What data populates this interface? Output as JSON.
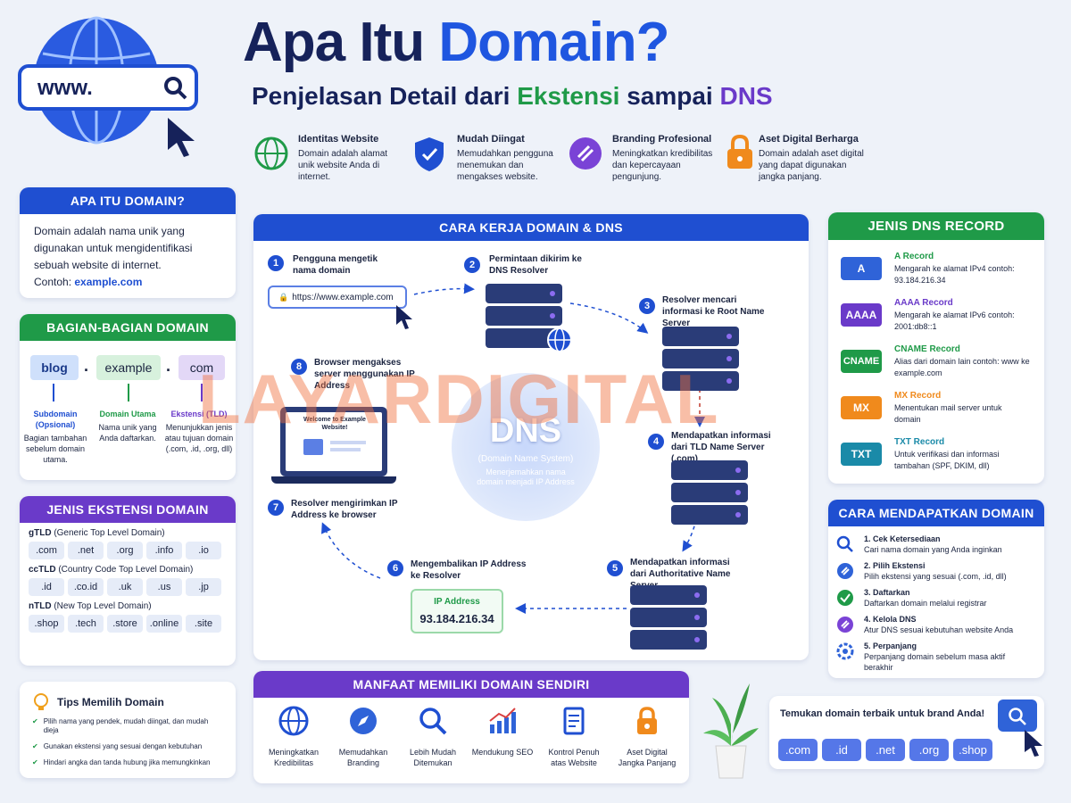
{
  "header": {
    "title_part1": "Apa Itu ",
    "title_part2": "Domain?",
    "subtitle_part1": "Penjelasan Detail dari ",
    "subtitle_part2": "Ekstensi",
    "subtitle_part3": " sampai ",
    "subtitle_part4": "DNS",
    "search_text": "www."
  },
  "features": [
    {
      "title": "Identitas Website",
      "desc": "Domain adalah alamat unik website Anda di internet.",
      "icon": "globe-icon"
    },
    {
      "title": "Mudah Diingat",
      "desc": "Memudahkan pengguna menemukan dan mengakses website.",
      "icon": "shield-icon"
    },
    {
      "title": "Branding Profesional",
      "desc": "Meningkatkan kredibilitas dan kepercayaan pengunjung.",
      "icon": "link-icon"
    },
    {
      "title": "Aset Digital Berharga",
      "desc": "Domain adalah aset digital yang dapat digunakan jangka panjang.",
      "icon": "lock-icon"
    }
  ],
  "apa_itu": {
    "title": "APA ITU DOMAIN?",
    "text": "Domain adalah nama unik yang digunakan untuk mengidentifikasi sebuah website di internet.",
    "example_label": "Contoh: ",
    "example_value": "example.com"
  },
  "bagian": {
    "title": "BAGIAN-BAGIAN DOMAIN",
    "dot": ".",
    "parts": [
      {
        "chip": "blog",
        "name": "Subdomain (Opsional)",
        "desc": "Bagian tambahan sebelum domain utama."
      },
      {
        "chip": "example",
        "name": "Domain Utama",
        "desc": "Nama unik yang Anda daftarkan."
      },
      {
        "chip": "com",
        "name": "Ekstensi (TLD)",
        "desc": "Menunjukkan jenis atau tujuan domain (.com, .id, .org, dll)"
      }
    ]
  },
  "jenis_ekstensi": {
    "title": "JENIS EKSTENSI DOMAIN",
    "groups": [
      {
        "label": "gTLD",
        "desc": " (Generic Top Level Domain)",
        "items": [
          ".com",
          ".net",
          ".org",
          ".info",
          ".io"
        ]
      },
      {
        "label": "ccTLD",
        "desc": " (Country Code Top Level Domain)",
        "items": [
          ".id",
          ".co.id",
          ".uk",
          ".us",
          ".jp"
        ]
      },
      {
        "label": "nTLD",
        "desc": " (New Top Level Domain)",
        "items": [
          ".shop",
          ".tech",
          ".store",
          ".online",
          ".site"
        ]
      }
    ]
  },
  "tips": {
    "title": "Tips Memilih Domain",
    "items": [
      "Pilih nama yang pendek, mudah diingat, dan mudah dieja",
      "Gunakan ekstensi yang sesuai dengan kebutuhan",
      "Hindari angka dan tanda hubung jika memungkinkan"
    ]
  },
  "cara_kerja": {
    "title": "CARA KERJA DOMAIN & DNS",
    "url": "https://www.example.com",
    "browser_text": "Welcome to Example Website!",
    "dns_big": "DNS",
    "dns_sub": "(Domain Name System)",
    "dns_desc": "Menerjemahkan nama domain menjadi IP Address",
    "ip_label": "IP Address",
    "ip_value": "93.184.216.34",
    "steps": [
      {
        "n": "1",
        "text": "Pengguna mengetik nama domain"
      },
      {
        "n": "2",
        "text": "Permintaan dikirim ke DNS Resolver"
      },
      {
        "n": "3",
        "text": "Resolver mencari informasi ke Root Name Server"
      },
      {
        "n": "4",
        "text": "Mendapatkan informasi dari TLD Name Server (.com)"
      },
      {
        "n": "5",
        "text": "Mendapatkan informasi dari Authoritative Name Server"
      },
      {
        "n": "6",
        "text": "Mengembalikan IP Address ke Resolver"
      },
      {
        "n": "7",
        "text": "Resolver mengirimkan IP Address ke browser"
      },
      {
        "n": "8",
        "text": "Browser mengakses server menggunakan IP Address"
      }
    ]
  },
  "dns_record": {
    "title": "JENIS DNS RECORD",
    "items": [
      {
        "badge": "A",
        "color": "#2f63d8",
        "name": "A Record",
        "namecolor": "#1f9a48",
        "desc": "Mengarah ke alamat IPv4 contoh: 93.184.216.34"
      },
      {
        "badge": "AAAA",
        "color": "#6a3ac9",
        "name": "AAAA Record",
        "namecolor": "#6a3ac9",
        "desc": "Mengarah ke alamat IPv6 contoh: 2001:db8::1"
      },
      {
        "badge": "CNAME",
        "color": "#1f9a48",
        "name": "CNAME Record",
        "namecolor": "#1f9a48",
        "desc": "Alias dari domain lain contoh: www ke example.com"
      },
      {
        "badge": "MX",
        "color": "#f08a1c",
        "name": "MX Record",
        "namecolor": "#f08a1c",
        "desc": "Menentukan mail server untuk domain"
      },
      {
        "badge": "TXT",
        "color": "#1a8aa8",
        "name": "TXT Record",
        "namecolor": "#1a8aa8",
        "desc": "Untuk verifikasi dan informasi tambahan (SPF, DKIM, dll)"
      }
    ]
  },
  "cara_dapat": {
    "title": "CARA MENDAPATKAN DOMAIN",
    "items": [
      {
        "name": "1. Cek Ketersediaan",
        "desc": "Cari nama domain yang Anda inginkan"
      },
      {
        "name": "2. Pilih Ekstensi",
        "desc": "Pilih ekstensi yang sesuai (.com, .id, dll)"
      },
      {
        "name": "3. Daftarkan",
        "desc": "Daftarkan domain melalui registrar"
      },
      {
        "name": "4. Kelola DNS",
        "desc": "Atur DNS sesuai kebutuhan website Anda"
      },
      {
        "name": "5. Perpanjang",
        "desc": "Perpanjang domain sebelum masa aktif berakhir"
      }
    ]
  },
  "manfaat": {
    "title": "MANFAAT MEMILIKI DOMAIN SENDIRI",
    "items": [
      {
        "label": "Meningkatkan Kredibilitas",
        "icon": "globe-icon"
      },
      {
        "label": "Memudahkan Branding",
        "icon": "compass-icon"
      },
      {
        "label": "Lebih Mudah Ditemukan",
        "icon": "search-icon"
      },
      {
        "label": "Mendukung SEO",
        "icon": "chart-icon"
      },
      {
        "label": "Kontrol Penuh atas Website",
        "icon": "document-icon"
      },
      {
        "label": "Aset Digital Jangka Panjang",
        "icon": "lock-icon"
      }
    ]
  },
  "bottom_search": {
    "text": "Temukan domain terbaik untuk brand Anda!",
    "exts": [
      ".com",
      ".id",
      ".net",
      ".org",
      ".shop"
    ]
  },
  "watermark": "LAYARDIGITAL"
}
